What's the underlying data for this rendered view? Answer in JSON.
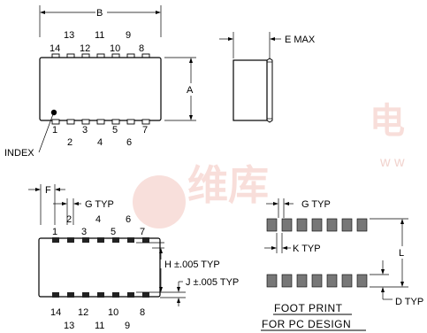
{
  "dimensions": {
    "b": "B",
    "a": "A",
    "e": "E MAX",
    "f": "F",
    "g_top": "G TYP",
    "g_foot": "G TYP",
    "k": "K TYP",
    "l": "L",
    "d": "D TYP",
    "h": "H ±.005 TYP",
    "j": "J ±.005 TYP"
  },
  "index_label": "INDEX",
  "footprint_title": {
    "line1": "FOOT PRINT",
    "line2": "FOR PC DESIGN"
  },
  "top_view_pins": {
    "top_upper": [
      "13",
      "11",
      "9"
    ],
    "top_lower": [
      "14",
      "12",
      "10",
      "8"
    ],
    "bottom_upper": [
      "1",
      "3",
      "5",
      "7"
    ],
    "bottom_lower": [
      "2",
      "4",
      "6"
    ]
  },
  "bottom_view_pins": {
    "top_upper": [
      "2",
      "4",
      "6"
    ],
    "top_lower": [
      "1",
      "3",
      "5",
      "7"
    ],
    "bottom_upper": [
      "14",
      "12",
      "10",
      "8"
    ],
    "bottom_lower": [
      "13",
      "11",
      "9"
    ]
  },
  "watermark": {
    "text": "维库",
    "sub": "电",
    "latin": "w w"
  }
}
